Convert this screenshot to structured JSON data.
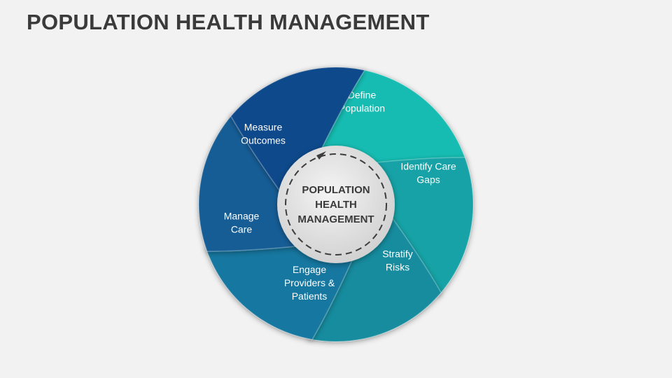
{
  "title": "POPULATION HEALTH MANAGEMENT",
  "hub": {
    "lines": [
      "POPULATION",
      "HEALTH",
      "MANAGEMENT"
    ]
  },
  "segments": [
    {
      "id": "define-population",
      "lines": [
        "Define",
        "Population"
      ],
      "color": "#13bcb2"
    },
    {
      "id": "identify-care-gaps",
      "lines": [
        "Identify Care",
        "Gaps"
      ],
      "color": "#12a2a6"
    },
    {
      "id": "stratify-risks",
      "lines": [
        "Stratify",
        "Risks"
      ],
      "color": "#148c9e"
    },
    {
      "id": "engage-providers-patients",
      "lines": [
        "Engage",
        "Providers &",
        "Patients"
      ],
      "color": "#1777a0"
    },
    {
      "id": "manage-care",
      "lines": [
        "Manage",
        "Care"
      ],
      "color": "#155d96"
    },
    {
      "id": "measure-outcomes",
      "lines": [
        "Measure",
        "Outcomes"
      ],
      "color": "#114a8b"
    }
  ]
}
